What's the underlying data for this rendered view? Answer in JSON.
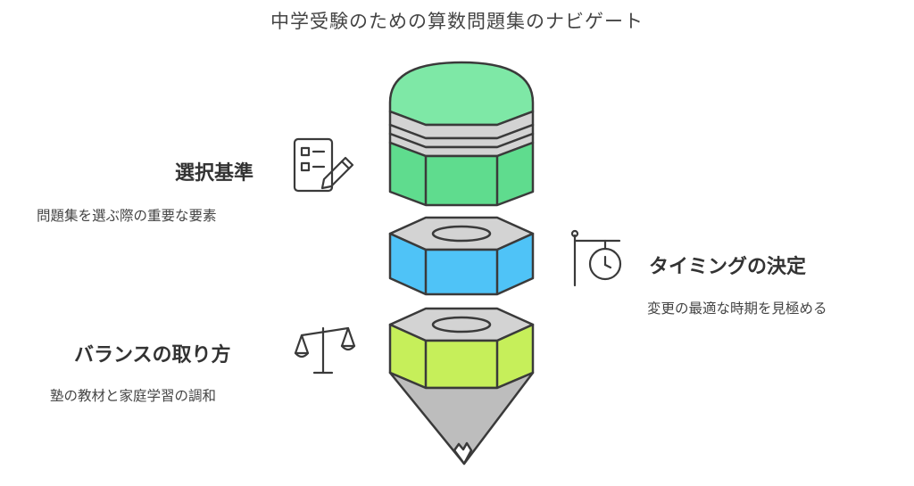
{
  "title": "中学受験のための算数問題集のナビゲート",
  "sections": [
    {
      "heading": "選択基準",
      "description": "問題集を選ぶ際の重要な要素",
      "icon": "checklist-pencil-icon"
    },
    {
      "heading": "タイミングの決定",
      "description": "変更の最適な時期を見極める",
      "icon": "hanging-clock-icon"
    },
    {
      "heading": "バランスの取り方",
      "description": "塾の教材と家庭学習の調和",
      "icon": "balance-scale-icon"
    }
  ],
  "colors": {
    "green_top": "#7ee8a6",
    "green_side": "#5fdc8e",
    "gray": "#d3d3d3",
    "blue": "#4fc3f7",
    "lime": "#c6ef5a",
    "outline": "#3a3a3a"
  }
}
